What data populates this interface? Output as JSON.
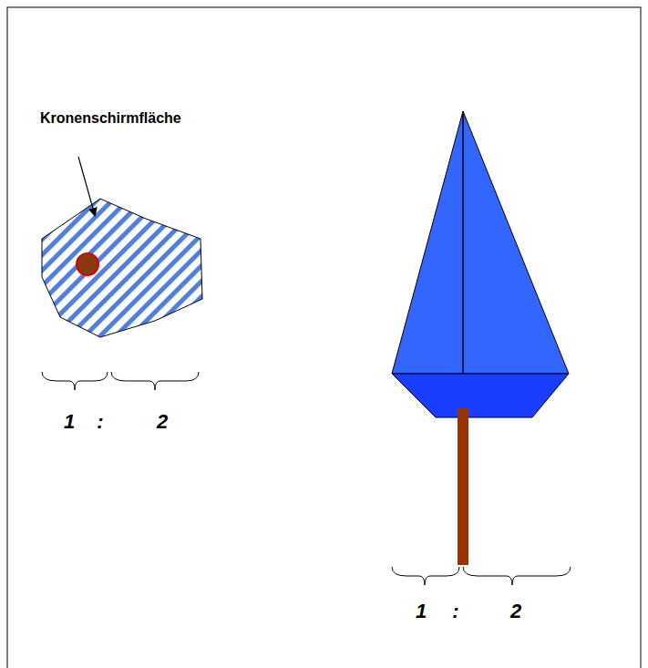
{
  "diagram": {
    "labels": [
      "Kronenschirmfläche",
      "1",
      ":",
      "2",
      "1",
      ":",
      "2"
    ]
  }
}
